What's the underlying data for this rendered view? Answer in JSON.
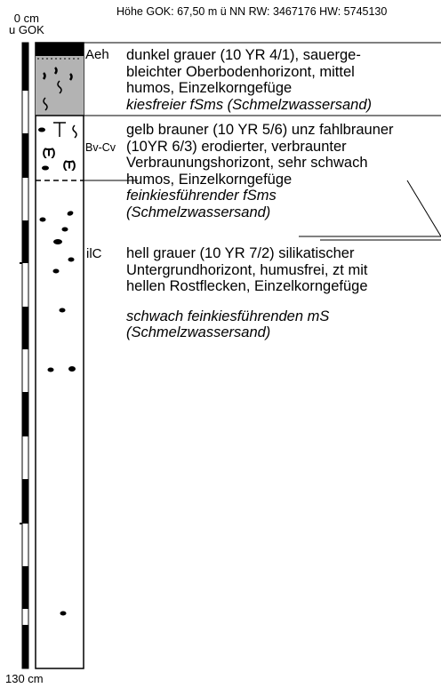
{
  "header": {
    "text": "Höhe GOK: 67,50 m ü NN    RW: 3467176 HW: 5745130"
  },
  "depth_scale": {
    "top_label_line1": "0 cm",
    "top_label_line2": "u GOK",
    "bottom_label": "130 cm"
  },
  "horizons": [
    {
      "code": "Aeh",
      "lines": [
        "dunkel grauer (10 YR 4/1), sauerge-",
        "bleichter Oberbodenhorizont, mittel",
        "humos, Einzelkorngefüge"
      ],
      "substrate": [
        "kiesfreier fSms (Schmelzwassersand)"
      ]
    },
    {
      "code": "Bv-Cv",
      "lines": [
        "gelb brauner (10 YR 5/6) unz fahlbrauner",
        "(10YR 6/3) erodierter, verbraunter",
        "Verbraunungshorizont, sehr schwach",
        "humos, Einzelkorngefüge"
      ],
      "substrate": [
        "feinkiesführender fSms",
        "(Schmelzwassersand)"
      ]
    },
    {
      "code": "ilC",
      "lines": [
        "hell grauer (10 YR 7/2) silikatischer",
        "Untergrundhorizont, humusfrei, zt mit",
        "hellen Rostflecken, Einzelkorngefüge"
      ],
      "substrate": [
        "schwach feinkiesführenden mS",
        "(Schmelzwassersand)"
      ]
    }
  ],
  "symbols": {
    "bv_marker_1": "(T)",
    "bv_marker_2": "(T)"
  },
  "colors": {
    "aeh_fill": "#b3b3b3",
    "line": "#000000"
  }
}
